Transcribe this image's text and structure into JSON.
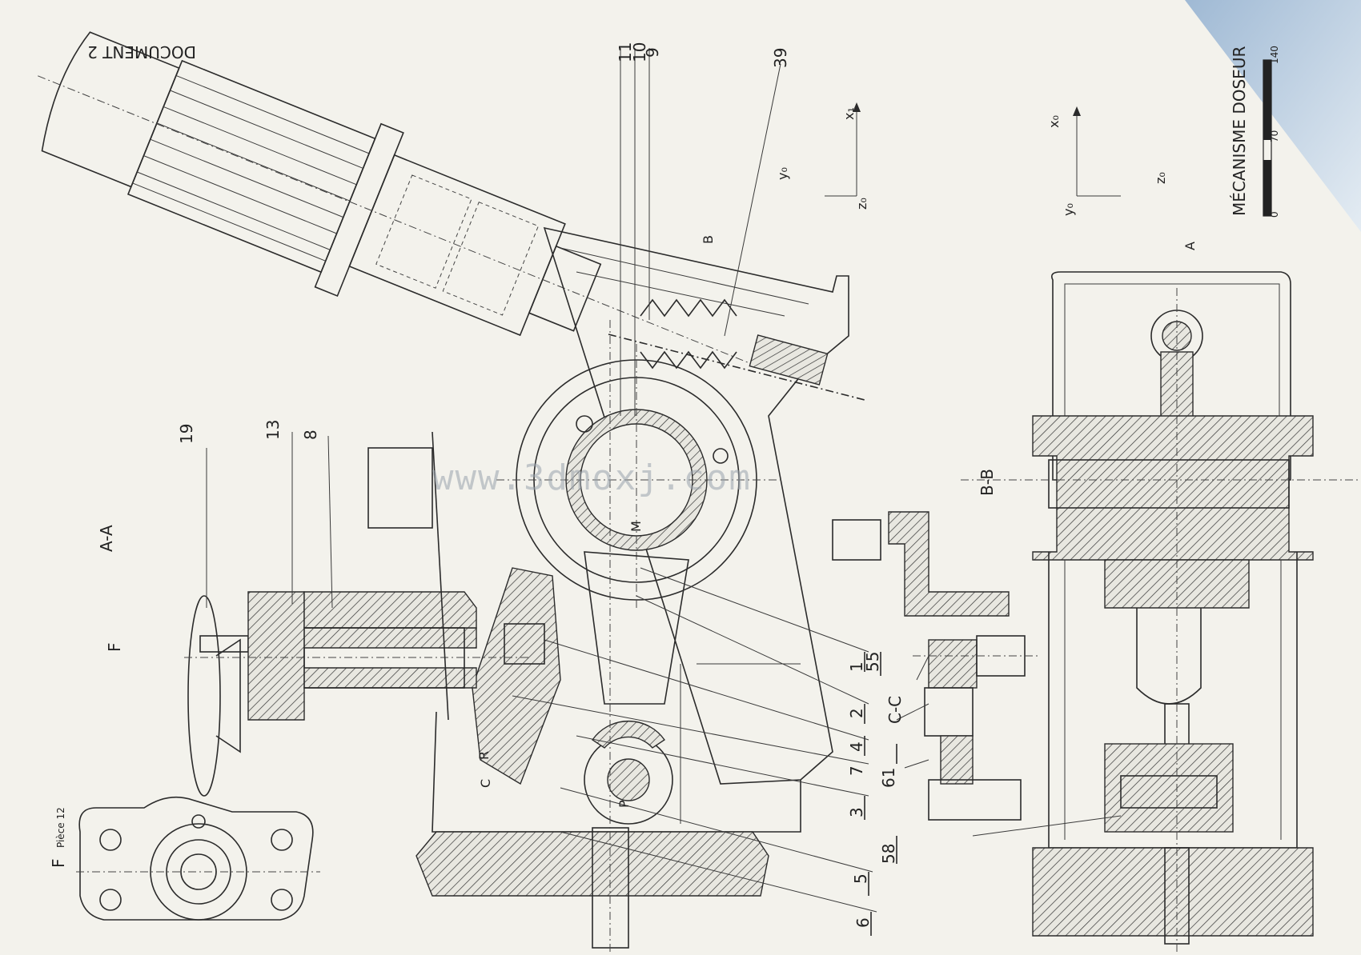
{
  "document_title": "DOCUMENT 2",
  "drawing_title": "MÉCANISME DOSEUR",
  "scale": {
    "ticks": [
      "0",
      "70",
      "140"
    ]
  },
  "views": {
    "section_aa": "A-A",
    "section_bb": "B-B",
    "section_cc": "C-C",
    "view_f": "F",
    "view_f_note": "Pièce 12"
  },
  "section_marks": {
    "a": "A",
    "b": "B",
    "f": "F"
  },
  "axes": {
    "set1": {
      "x": "x₁",
      "y": "y₀",
      "z": "z₀"
    },
    "set2": {
      "x": "x₀",
      "y": "y₀",
      "z": "z₀"
    }
  },
  "points": {
    "m": "M",
    "r": "R",
    "p": "P",
    "c": "C"
  },
  "part_numbers": {
    "p1": "1",
    "p2": "2",
    "p3": "3",
    "p4": "4",
    "p5": "5",
    "p6": "6",
    "p7": "7",
    "p8": "8",
    "p9": "9",
    "p10": "10",
    "p11": "11",
    "p13": "13",
    "p19": "19",
    "p39": "39",
    "p55": "55",
    "p58": "58",
    "p61": "61"
  },
  "watermark": "www.3dmoxj.com",
  "colors": {
    "paper": "#f3f2ec",
    "ink": "#2b2b2b",
    "corner": "#b9cde0"
  }
}
